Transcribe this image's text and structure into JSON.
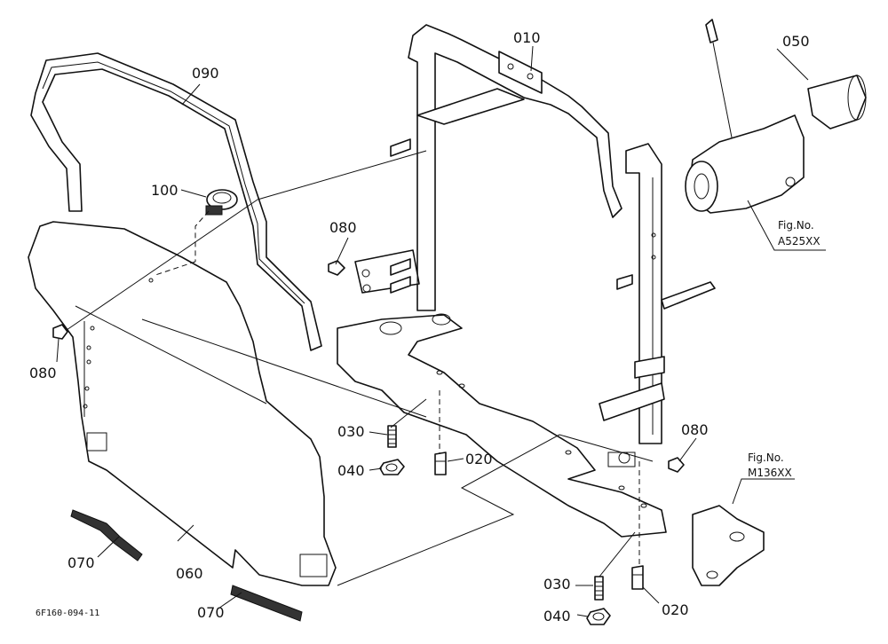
{
  "diagram": {
    "drawing_code": "6F160-094-11",
    "callouts": {
      "p010": "010",
      "p020a": "020",
      "p020b": "020",
      "p030a": "030",
      "p030b": "030",
      "p040a": "040",
      "p040b": "040",
      "p050": "050",
      "p060": "060",
      "p070a": "070",
      "p070b": "070",
      "p080a": "080",
      "p080b": "080",
      "p080c": "080",
      "p090": "090",
      "p100": "100"
    },
    "fig_refs": {
      "a_title": "Fig.No.",
      "a_code": "A525XX",
      "m_title": "Fig.No.",
      "m_code": "M136XX"
    }
  }
}
